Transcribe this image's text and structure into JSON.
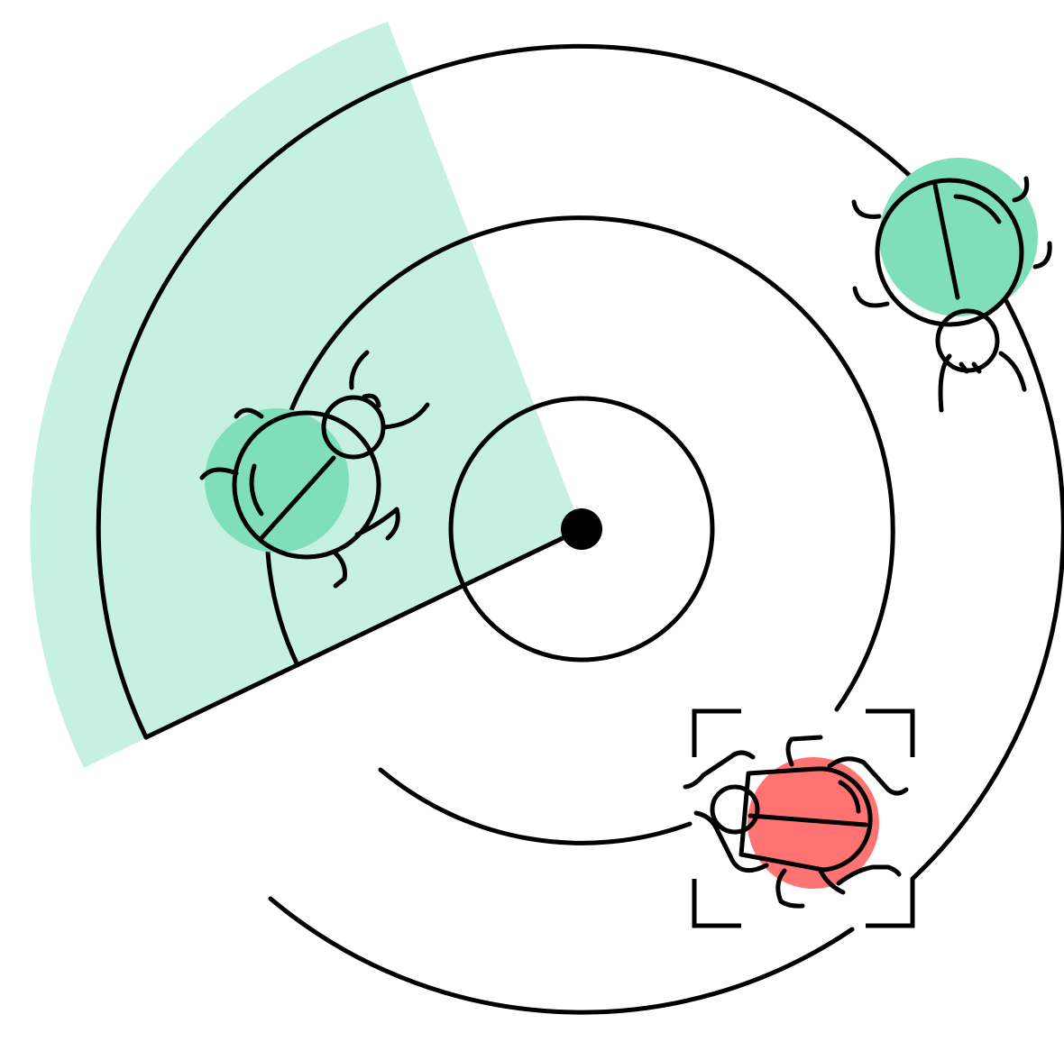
{
  "colors": {
    "stroke": "#000000",
    "background": "#ffffff",
    "scan_sector": "#c6f0e1",
    "bug_safe": "#7fdfbb",
    "bug_threat": "#ff7373"
  },
  "icons": [
    "radar-icon",
    "bug-icon",
    "target-bracket-icon"
  ],
  "bugs": [
    {
      "id": "bug-left",
      "status": "safe"
    },
    {
      "id": "bug-top-right",
      "status": "safe"
    },
    {
      "id": "bug-bottom-right",
      "status": "threat",
      "targeted": true
    }
  ]
}
